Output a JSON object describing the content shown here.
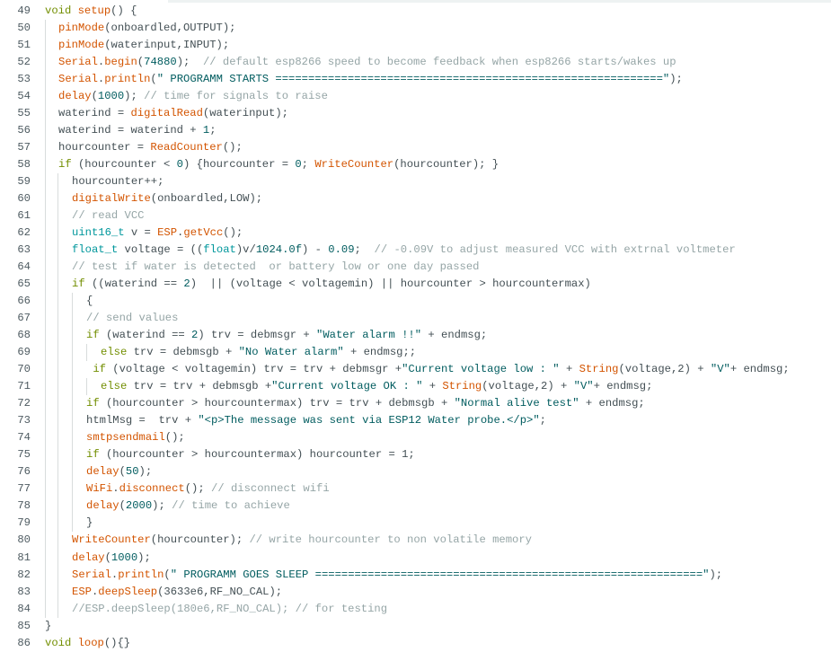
{
  "editor": {
    "language": "cpp",
    "colors": {
      "keyword": "#728e00",
      "function": "#d35400",
      "number": "#005c5f",
      "string": "#005c5f",
      "comment": "#95a5a6",
      "type": "#00979c",
      "text": "#434f54",
      "line_number": "#4e5b61"
    },
    "lines": [
      {
        "n": "49",
        "indent": 0,
        "tokens": [
          [
            "kw",
            "void"
          ],
          [
            "t",
            " "
          ],
          [
            "fn",
            "setup"
          ],
          [
            "t",
            "() {"
          ]
        ]
      },
      {
        "n": "50",
        "indent": 1,
        "tokens": [
          [
            "fn",
            "pinMode"
          ],
          [
            "t",
            "(onboardled,OUTPUT);"
          ]
        ]
      },
      {
        "n": "51",
        "indent": 1,
        "tokens": [
          [
            "fn",
            "pinMode"
          ],
          [
            "t",
            "(waterinput,INPUT);"
          ]
        ]
      },
      {
        "n": "52",
        "indent": 1,
        "tokens": [
          [
            "fn",
            "Serial"
          ],
          [
            "t",
            "."
          ],
          [
            "fn",
            "begin"
          ],
          [
            "t",
            "("
          ],
          [
            "num",
            "74880"
          ],
          [
            "t",
            ");  "
          ],
          [
            "cm",
            "// default esp8266 speed to become feedback when esp8266 starts/wakes up"
          ]
        ]
      },
      {
        "n": "53",
        "indent": 1,
        "tokens": [
          [
            "fn",
            "Serial"
          ],
          [
            "t",
            "."
          ],
          [
            "fn",
            "println"
          ],
          [
            "t",
            "("
          ],
          [
            "str",
            "\" PROGRAMM STARTS ===========================================================\""
          ],
          [
            "t",
            ");"
          ]
        ]
      },
      {
        "n": "54",
        "indent": 1,
        "tokens": [
          [
            "fn",
            "delay"
          ],
          [
            "t",
            "("
          ],
          [
            "num",
            "1000"
          ],
          [
            "t",
            "); "
          ],
          [
            "cm",
            "// time for signals to raise"
          ]
        ]
      },
      {
        "n": "55",
        "indent": 1,
        "tokens": [
          [
            "t",
            "waterind = "
          ],
          [
            "fn",
            "digitalRead"
          ],
          [
            "t",
            "(waterinput);"
          ]
        ]
      },
      {
        "n": "56",
        "indent": 1,
        "tokens": [
          [
            "t",
            "waterind = waterind + "
          ],
          [
            "num",
            "1"
          ],
          [
            "t",
            ";"
          ]
        ]
      },
      {
        "n": "57",
        "indent": 1,
        "tokens": [
          [
            "t",
            "hourcounter = "
          ],
          [
            "fn",
            "ReadCounter"
          ],
          [
            "t",
            "();"
          ]
        ]
      },
      {
        "n": "58",
        "indent": 1,
        "tokens": [
          [
            "kw",
            "if"
          ],
          [
            "t",
            " (hourcounter < "
          ],
          [
            "num",
            "0"
          ],
          [
            "t",
            ") {hourcounter = "
          ],
          [
            "num",
            "0"
          ],
          [
            "t",
            "; "
          ],
          [
            "fn",
            "WriteCounter"
          ],
          [
            "t",
            "(hourcounter); }"
          ]
        ]
      },
      {
        "n": "59",
        "indent": 2,
        "tokens": [
          [
            "t",
            "hourcounter++;"
          ]
        ]
      },
      {
        "n": "60",
        "indent": 2,
        "tokens": [
          [
            "fn",
            "digitalWrite"
          ],
          [
            "t",
            "(onboardled,LOW);"
          ]
        ]
      },
      {
        "n": "61",
        "indent": 2,
        "tokens": [
          [
            "cm",
            "// read VCC"
          ]
        ]
      },
      {
        "n": "62",
        "indent": 2,
        "tokens": [
          [
            "ty",
            "uint16_t"
          ],
          [
            "t",
            " v = "
          ],
          [
            "fn",
            "ESP"
          ],
          [
            "t",
            "."
          ],
          [
            "fn",
            "getVcc"
          ],
          [
            "t",
            "();"
          ]
        ]
      },
      {
        "n": "63",
        "indent": 2,
        "tokens": [
          [
            "ty",
            "float_t"
          ],
          [
            "t",
            " voltage = (("
          ],
          [
            "ty",
            "float"
          ],
          [
            "t",
            ")v/"
          ],
          [
            "num",
            "1024.0f"
          ],
          [
            "t",
            ") - "
          ],
          [
            "num",
            "0.09"
          ],
          [
            "t",
            ";  "
          ],
          [
            "cm",
            "// -0.09V to adjust measured VCC with extrnal voltmeter"
          ]
        ]
      },
      {
        "n": "64",
        "indent": 2,
        "tokens": [
          [
            "cm",
            "// test if water is detected  or battery low or one day passed"
          ]
        ]
      },
      {
        "n": "65",
        "indent": 2,
        "tokens": [
          [
            "kw",
            "if"
          ],
          [
            "t",
            " ((waterind == "
          ],
          [
            "num",
            "2"
          ],
          [
            "t",
            ")  || (voltage < voltagemin) || hourcounter > hourcountermax)"
          ]
        ]
      },
      {
        "n": "66",
        "indent": 3,
        "tokens": [
          [
            "t",
            "{"
          ]
        ]
      },
      {
        "n": "67",
        "indent": 3,
        "tokens": [
          [
            "cm",
            "// send values"
          ]
        ]
      },
      {
        "n": "68",
        "indent": 3,
        "tokens": [
          [
            "kw",
            "if"
          ],
          [
            "t",
            " (waterind == "
          ],
          [
            "num",
            "2"
          ],
          [
            "t",
            ") trv = debmsgr + "
          ],
          [
            "str",
            "\"Water alarm !!\""
          ],
          [
            "t",
            " + endmsg;"
          ]
        ]
      },
      {
        "n": "69",
        "indent": 4,
        "tokens": [
          [
            "kw",
            "else"
          ],
          [
            "t",
            " trv = debmsgb + "
          ],
          [
            "str",
            "\"No Water alarm\""
          ],
          [
            "t",
            " + endmsg;;"
          ]
        ]
      },
      {
        "n": "70",
        "indent": 3,
        "pad": " ",
        "tokens": [
          [
            "kw",
            "if"
          ],
          [
            "t",
            " (voltage < voltagemin) trv = trv + debmsgr +"
          ],
          [
            "str",
            "\"Current voltage low : \""
          ],
          [
            "t",
            " + "
          ],
          [
            "fn",
            "String"
          ],
          [
            "t",
            "(voltage,2) + "
          ],
          [
            "str",
            "\"V\""
          ],
          [
            "t",
            "+ endmsg;"
          ]
        ]
      },
      {
        "n": "71",
        "indent": 4,
        "tokens": [
          [
            "kw",
            "else"
          ],
          [
            "t",
            " trv = trv + debmsgb +"
          ],
          [
            "str",
            "\"Current voltage OK : \""
          ],
          [
            "t",
            " + "
          ],
          [
            "fn",
            "String"
          ],
          [
            "t",
            "(voltage,2) + "
          ],
          [
            "str",
            "\"V\""
          ],
          [
            "t",
            "+ endmsg;"
          ]
        ]
      },
      {
        "n": "72",
        "indent": 3,
        "tokens": [
          [
            "kw",
            "if"
          ],
          [
            "t",
            " (hourcounter > hourcountermax) trv = trv + debmsgb + "
          ],
          [
            "str",
            "\"Normal alive test\""
          ],
          [
            "t",
            " + endmsg;"
          ]
        ]
      },
      {
        "n": "73",
        "indent": 3,
        "tokens": [
          [
            "t",
            "htmlMsg =  trv + "
          ],
          [
            "str",
            "\"<p>The message was sent via ESP12 Water probe.</p>\""
          ],
          [
            "t",
            ";"
          ]
        ]
      },
      {
        "n": "74",
        "indent": 3,
        "tokens": [
          [
            "fn",
            "smtpsendmail"
          ],
          [
            "t",
            "();"
          ]
        ]
      },
      {
        "n": "75",
        "indent": 3,
        "tokens": [
          [
            "kw",
            "if"
          ],
          [
            "t",
            " (hourcounter > hourcountermax) hourcounter = 1;"
          ]
        ]
      },
      {
        "n": "76",
        "indent": 3,
        "tokens": [
          [
            "fn",
            "delay"
          ],
          [
            "t",
            "("
          ],
          [
            "num",
            "50"
          ],
          [
            "t",
            ");"
          ]
        ]
      },
      {
        "n": "77",
        "indent": 3,
        "tokens": [
          [
            "fn",
            "WiFi"
          ],
          [
            "t",
            "."
          ],
          [
            "fn",
            "disconnect"
          ],
          [
            "t",
            "(); "
          ],
          [
            "cm",
            "// disconnect wifi"
          ]
        ]
      },
      {
        "n": "78",
        "indent": 3,
        "tokens": [
          [
            "fn",
            "delay"
          ],
          [
            "t",
            "("
          ],
          [
            "num",
            "2000"
          ],
          [
            "t",
            "); "
          ],
          [
            "cm",
            "// time to achieve"
          ]
        ]
      },
      {
        "n": "79",
        "indent": 3,
        "tokens": [
          [
            "t",
            "}"
          ]
        ]
      },
      {
        "n": "80",
        "indent": 2,
        "tokens": [
          [
            "fn",
            "WriteCounter"
          ],
          [
            "t",
            "(hourcounter); "
          ],
          [
            "cm",
            "// write hourcounter to non volatile memory"
          ]
        ]
      },
      {
        "n": "81",
        "indent": 2,
        "tokens": [
          [
            "fn",
            "delay"
          ],
          [
            "t",
            "("
          ],
          [
            "num",
            "1000"
          ],
          [
            "t",
            ");"
          ]
        ]
      },
      {
        "n": "82",
        "indent": 2,
        "tokens": [
          [
            "fn",
            "Serial"
          ],
          [
            "t",
            "."
          ],
          [
            "fn",
            "println"
          ],
          [
            "t",
            "("
          ],
          [
            "str",
            "\" PROGRAMM GOES SLEEP ===========================================================\""
          ],
          [
            "t",
            ");"
          ]
        ]
      },
      {
        "n": "83",
        "indent": 2,
        "tokens": [
          [
            "fn",
            "ESP"
          ],
          [
            "t",
            "."
          ],
          [
            "fn",
            "deepSleep"
          ],
          [
            "t",
            "(3633e6,RF_NO_CAL);"
          ]
        ]
      },
      {
        "n": "84",
        "indent": 2,
        "tokens": [
          [
            "cm",
            "//ESP.deepSleep(180e6,RF_NO_CAL); // for testing"
          ]
        ]
      },
      {
        "n": "85",
        "indent": 0,
        "tokens": [
          [
            "t",
            "}"
          ]
        ]
      },
      {
        "n": "86",
        "indent": 0,
        "tokens": [
          [
            "kw",
            "void"
          ],
          [
            "t",
            " "
          ],
          [
            "fn",
            "loop"
          ],
          [
            "t",
            "(){}"
          ]
        ]
      }
    ]
  }
}
